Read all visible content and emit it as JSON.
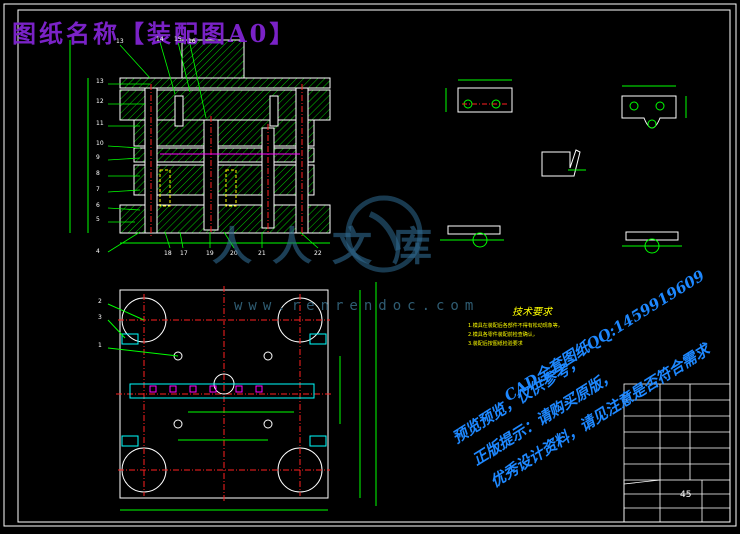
{
  "drawing": {
    "title": "图纸名称【装配图A0】",
    "watermark_brand": "人人文库",
    "watermark_site": "www.renrendoc.com",
    "watermark_lines": [
      "预览预览，仅供参考，",
      "正版提示：请购买原版，",
      "优秀设计资料，请见注意是否符合需求"
    ],
    "watermark_right": "CAD全套图纸QQ:1459919609",
    "notes_title": "技术要求",
    "notes": [
      "1.模具在装配后各部件不得有松动现象等，",
      "2.模具各零件装配前检查确认，",
      "3.装配后按图纸检验要求"
    ],
    "part_labels_left": [
      "13",
      "12",
      "11",
      "10",
      "9",
      "8",
      "7",
      "6",
      "5",
      "4"
    ],
    "part_labels_top": [
      "13",
      "14",
      "15",
      "16"
    ],
    "part_labels_bottom": [
      "18",
      "17",
      "19",
      "20",
      "21",
      "22"
    ],
    "plan_labels": [
      "2",
      "3",
      "1"
    ],
    "title_block": {
      "material": "45"
    }
  },
  "colors": {
    "frame": "#ffffff",
    "geometry": "#ffffff",
    "hatch": "#00ff00",
    "dimension": "#00ff00",
    "centerline": "#ff2020",
    "hidden": "#ffff00",
    "guide": "#00ffff",
    "purple": "#7a22c7",
    "magenta": "#ff00ff"
  }
}
